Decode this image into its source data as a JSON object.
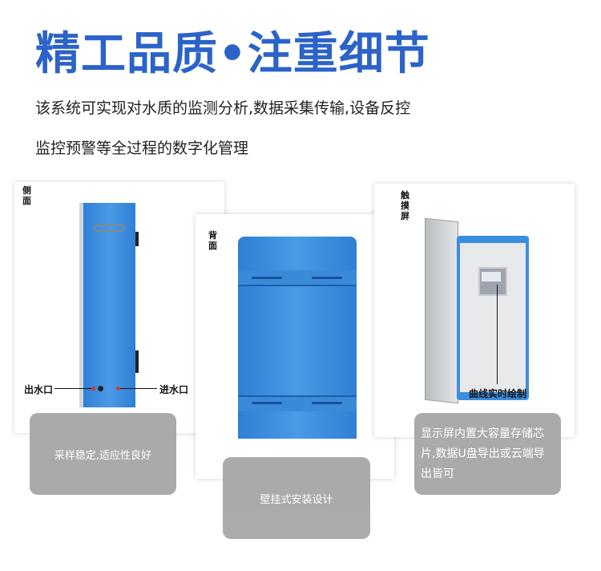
{
  "title": "精工品质•注重细节",
  "subtitle": [
    "该系统可实现对水质的监测分析,数据采集传输,设备反控",
    "监控预警等全过程的数字化管理"
  ],
  "cards": [
    {
      "view_label": "侧面",
      "outlet_label": "出水口",
      "inlet_label": "进水口",
      "caption": "采样稳定,适应性良好"
    },
    {
      "view_label": "背面",
      "caption": "壁挂式安装设计"
    },
    {
      "view_label": "触摸屏",
      "screen_label": "曲线实时绘制",
      "caption": "显示屏内置大容量存储芯片,数据U盘导出或云端导出皆可"
    }
  ],
  "colors": {
    "title": "#2b63c8",
    "cabinet": "#3a8ee0",
    "caption_bg": "#a6a6a6"
  }
}
